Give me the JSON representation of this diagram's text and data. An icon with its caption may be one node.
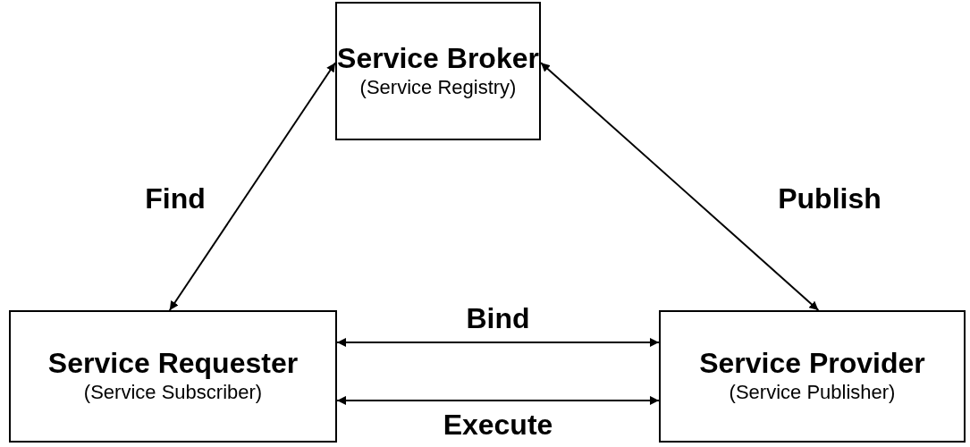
{
  "diagram": {
    "nodes": [
      {
        "text": [
          "Service Broker",
          "(Service Registry)"
        ]
      },
      {
        "text": [
          "Service Requester",
          "(Service Subscriber)"
        ]
      },
      {
        "text": [
          "Service Provider",
          "(Service Publisher)"
        ]
      }
    ],
    "edges": [
      {
        "from": 0,
        "to": 1,
        "arrow": "both",
        "label": "Find"
      },
      {
        "from": 0,
        "to": 2,
        "arrow": "both",
        "label": "Publish"
      },
      {
        "from": 1,
        "to": 2,
        "arrow": "both",
        "label": "Bind"
      },
      {
        "from": 1,
        "to": 2,
        "arrow": "both",
        "label": "Execute"
      }
    ]
  }
}
